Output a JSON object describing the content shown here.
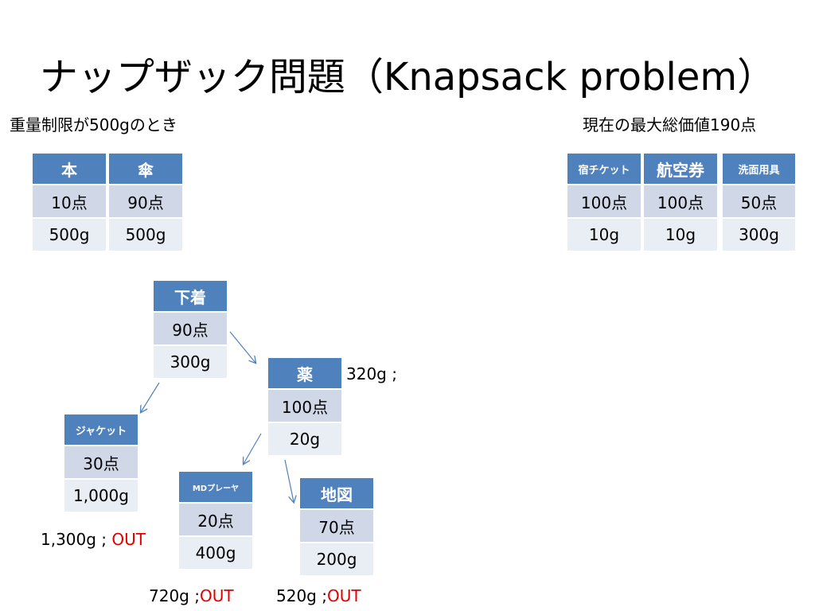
{
  "title": "ナップザック問題（Knapsack problem）",
  "condition": "重量制限が500gのとき",
  "current_max": "現在の最大総価値190点",
  "colors": {
    "header": "#4f81bd",
    "row_value": "#d0d8e8",
    "row_weight": "#e9edf4",
    "out": "#e00000",
    "arrow": "#4f81bd"
  },
  "items": {
    "book": {
      "name": "本",
      "value": "10点",
      "weight": "500g"
    },
    "umbrella": {
      "name": "傘",
      "value": "90点",
      "weight": "500g"
    },
    "hotel": {
      "name": "宿チケット",
      "value": "100点",
      "weight": "10g"
    },
    "flight": {
      "name": "航空券",
      "value": "100点",
      "weight": "10g"
    },
    "toiletry": {
      "name": "洗面用具",
      "value": "50点",
      "weight": "300g"
    },
    "underwear": {
      "name": "下着",
      "value": "90点",
      "weight": "300g"
    },
    "medicine": {
      "name": "薬",
      "value": "100点",
      "weight": "20g"
    },
    "jacket": {
      "name": "ジャケット",
      "value": "30点",
      "weight": "1,000g"
    },
    "mdplayer": {
      "name": "MDプレーヤ",
      "value": "20点",
      "weight": "400g"
    },
    "map": {
      "name": "地図",
      "value": "70点",
      "weight": "200g"
    }
  },
  "notes": {
    "medicine_total": "320g ;",
    "jacket_total": "1,300g ;",
    "mdplayer_total": "720g ;",
    "map_total": "520g ;",
    "out": "OUT"
  }
}
